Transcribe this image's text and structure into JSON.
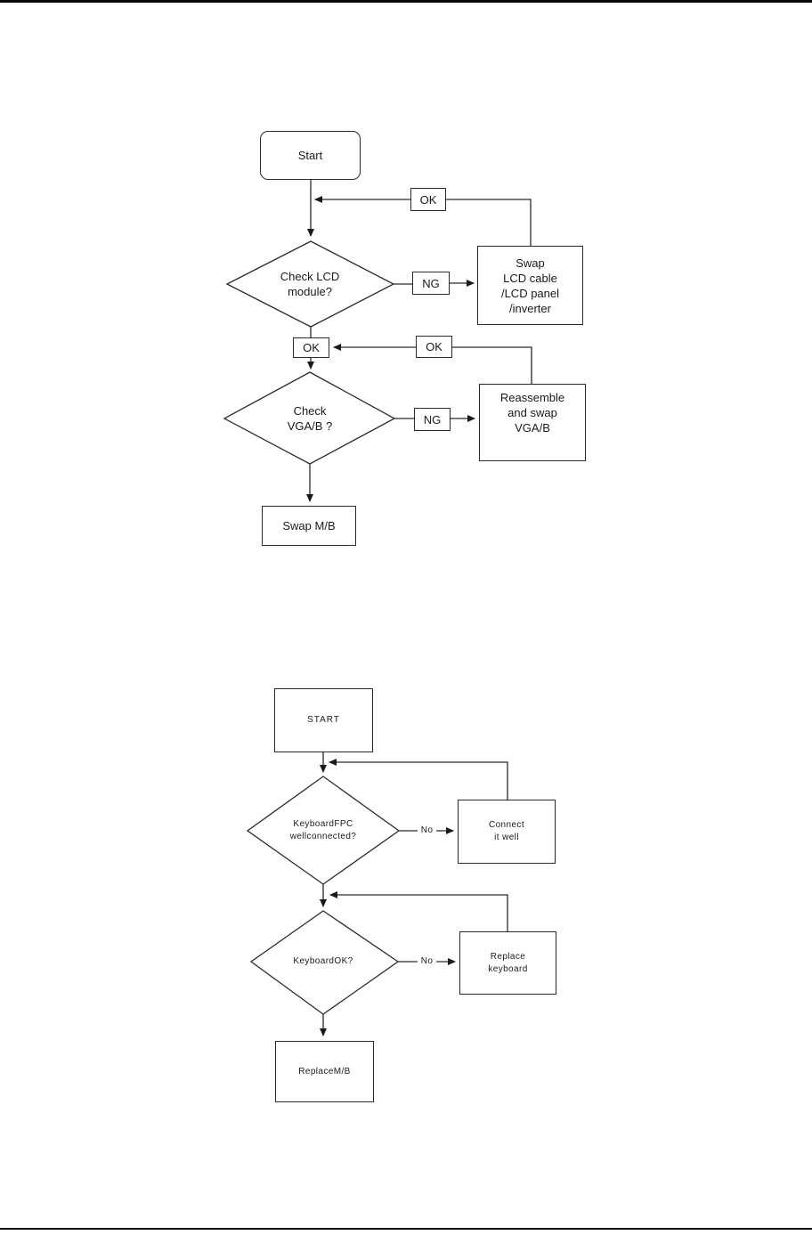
{
  "colors": {
    "line": "#2a2a2a",
    "background": "#ffffff",
    "page_top_bar": "#0a0a0a",
    "footer_rule": "#1a1a1a"
  },
  "lcd": {
    "start": "Start",
    "ok_feedback_top": "OK",
    "decision1": {
      "line1": "Check LCD",
      "line2": "module?"
    },
    "ng1": "NG",
    "action1": {
      "line1": "Swap",
      "line2": "LCD cable",
      "line3": "/LCD panel",
      "line4": "/inverter"
    },
    "ok_mid": "OK",
    "ok_feedback_mid": "OK",
    "decision2": {
      "line1": "Check",
      "line2": "VGA/B ?"
    },
    "ng2": "NG",
    "action2": {
      "line1": "Reassemble",
      "line2": "and swap",
      "line3": "VGA/B"
    },
    "terminal": "Swap M/B"
  },
  "keyboard": {
    "start": "START",
    "decision1": {
      "line1": "KeyboardFPC",
      "line2": "wellconnected?"
    },
    "no1": "No",
    "action1": {
      "line1": "Connect",
      "line2": "it well"
    },
    "decision2": "KeyboardOK?",
    "no2": "No",
    "action2": {
      "line1": "Replace",
      "line2": "keyboard"
    },
    "terminal": "ReplaceM/B"
  }
}
